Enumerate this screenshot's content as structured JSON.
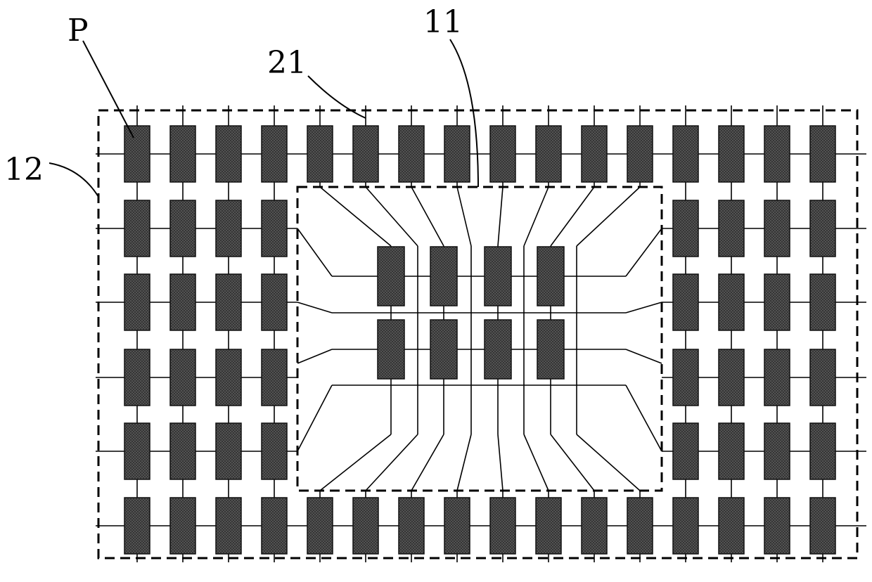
{
  "labels": {
    "p": "P",
    "ref_12": "12",
    "ref_21": "21",
    "ref_11": "11"
  },
  "colors": {
    "pixel_fill": "#4d4d4d",
    "line": "#000000",
    "background": "#ffffff"
  }
}
